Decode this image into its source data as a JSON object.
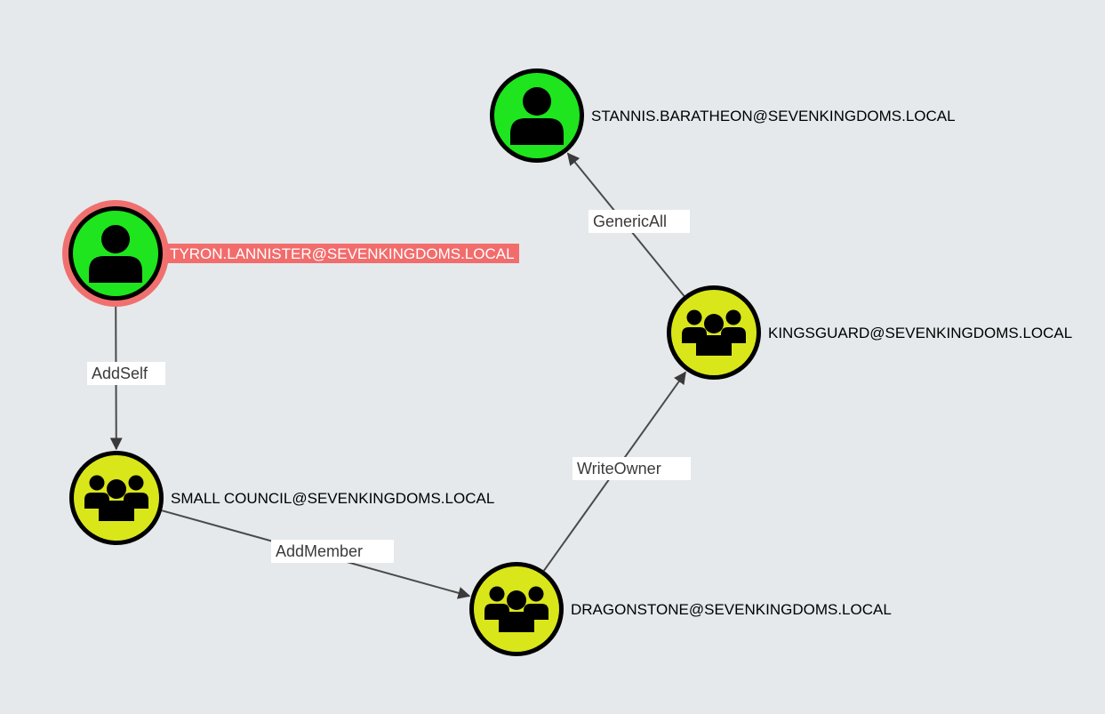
{
  "colors": {
    "background": "#e5e9ec",
    "user_node": "#1ee51e",
    "group_node": "#d9e61a",
    "node_border": "#000000",
    "start_ring": "#f07070",
    "start_label_bg": "#f26c6c",
    "edge": "#4a4a4a"
  },
  "nodes": [
    {
      "id": "tyron",
      "type": "user",
      "icon": "user-icon",
      "label": "TYRON.LANNISTER@SEVENKINGDOMS.LOCAL",
      "start": true
    },
    {
      "id": "small_council",
      "type": "group",
      "icon": "group-icon",
      "label": "SMALL COUNCIL@SEVENKINGDOMS.LOCAL",
      "start": false
    },
    {
      "id": "dragonstone",
      "type": "group",
      "icon": "group-icon",
      "label": "DRAGONSTONE@SEVENKINGDOMS.LOCAL",
      "start": false
    },
    {
      "id": "kingsguard",
      "type": "group",
      "icon": "group-icon",
      "label": "KINGSGUARD@SEVENKINGDOMS.LOCAL",
      "start": false
    },
    {
      "id": "stannis",
      "type": "user",
      "icon": "user-icon",
      "label": "STANNIS.BARATHEON@SEVENKINGDOMS.LOCAL",
      "start": false
    }
  ],
  "edges": [
    {
      "from": "tyron",
      "to": "small_council",
      "label": "AddSelf"
    },
    {
      "from": "small_council",
      "to": "dragonstone",
      "label": "AddMember"
    },
    {
      "from": "dragonstone",
      "to": "kingsguard",
      "label": "WriteOwner"
    },
    {
      "from": "kingsguard",
      "to": "stannis",
      "label": "GenericAll"
    }
  ]
}
